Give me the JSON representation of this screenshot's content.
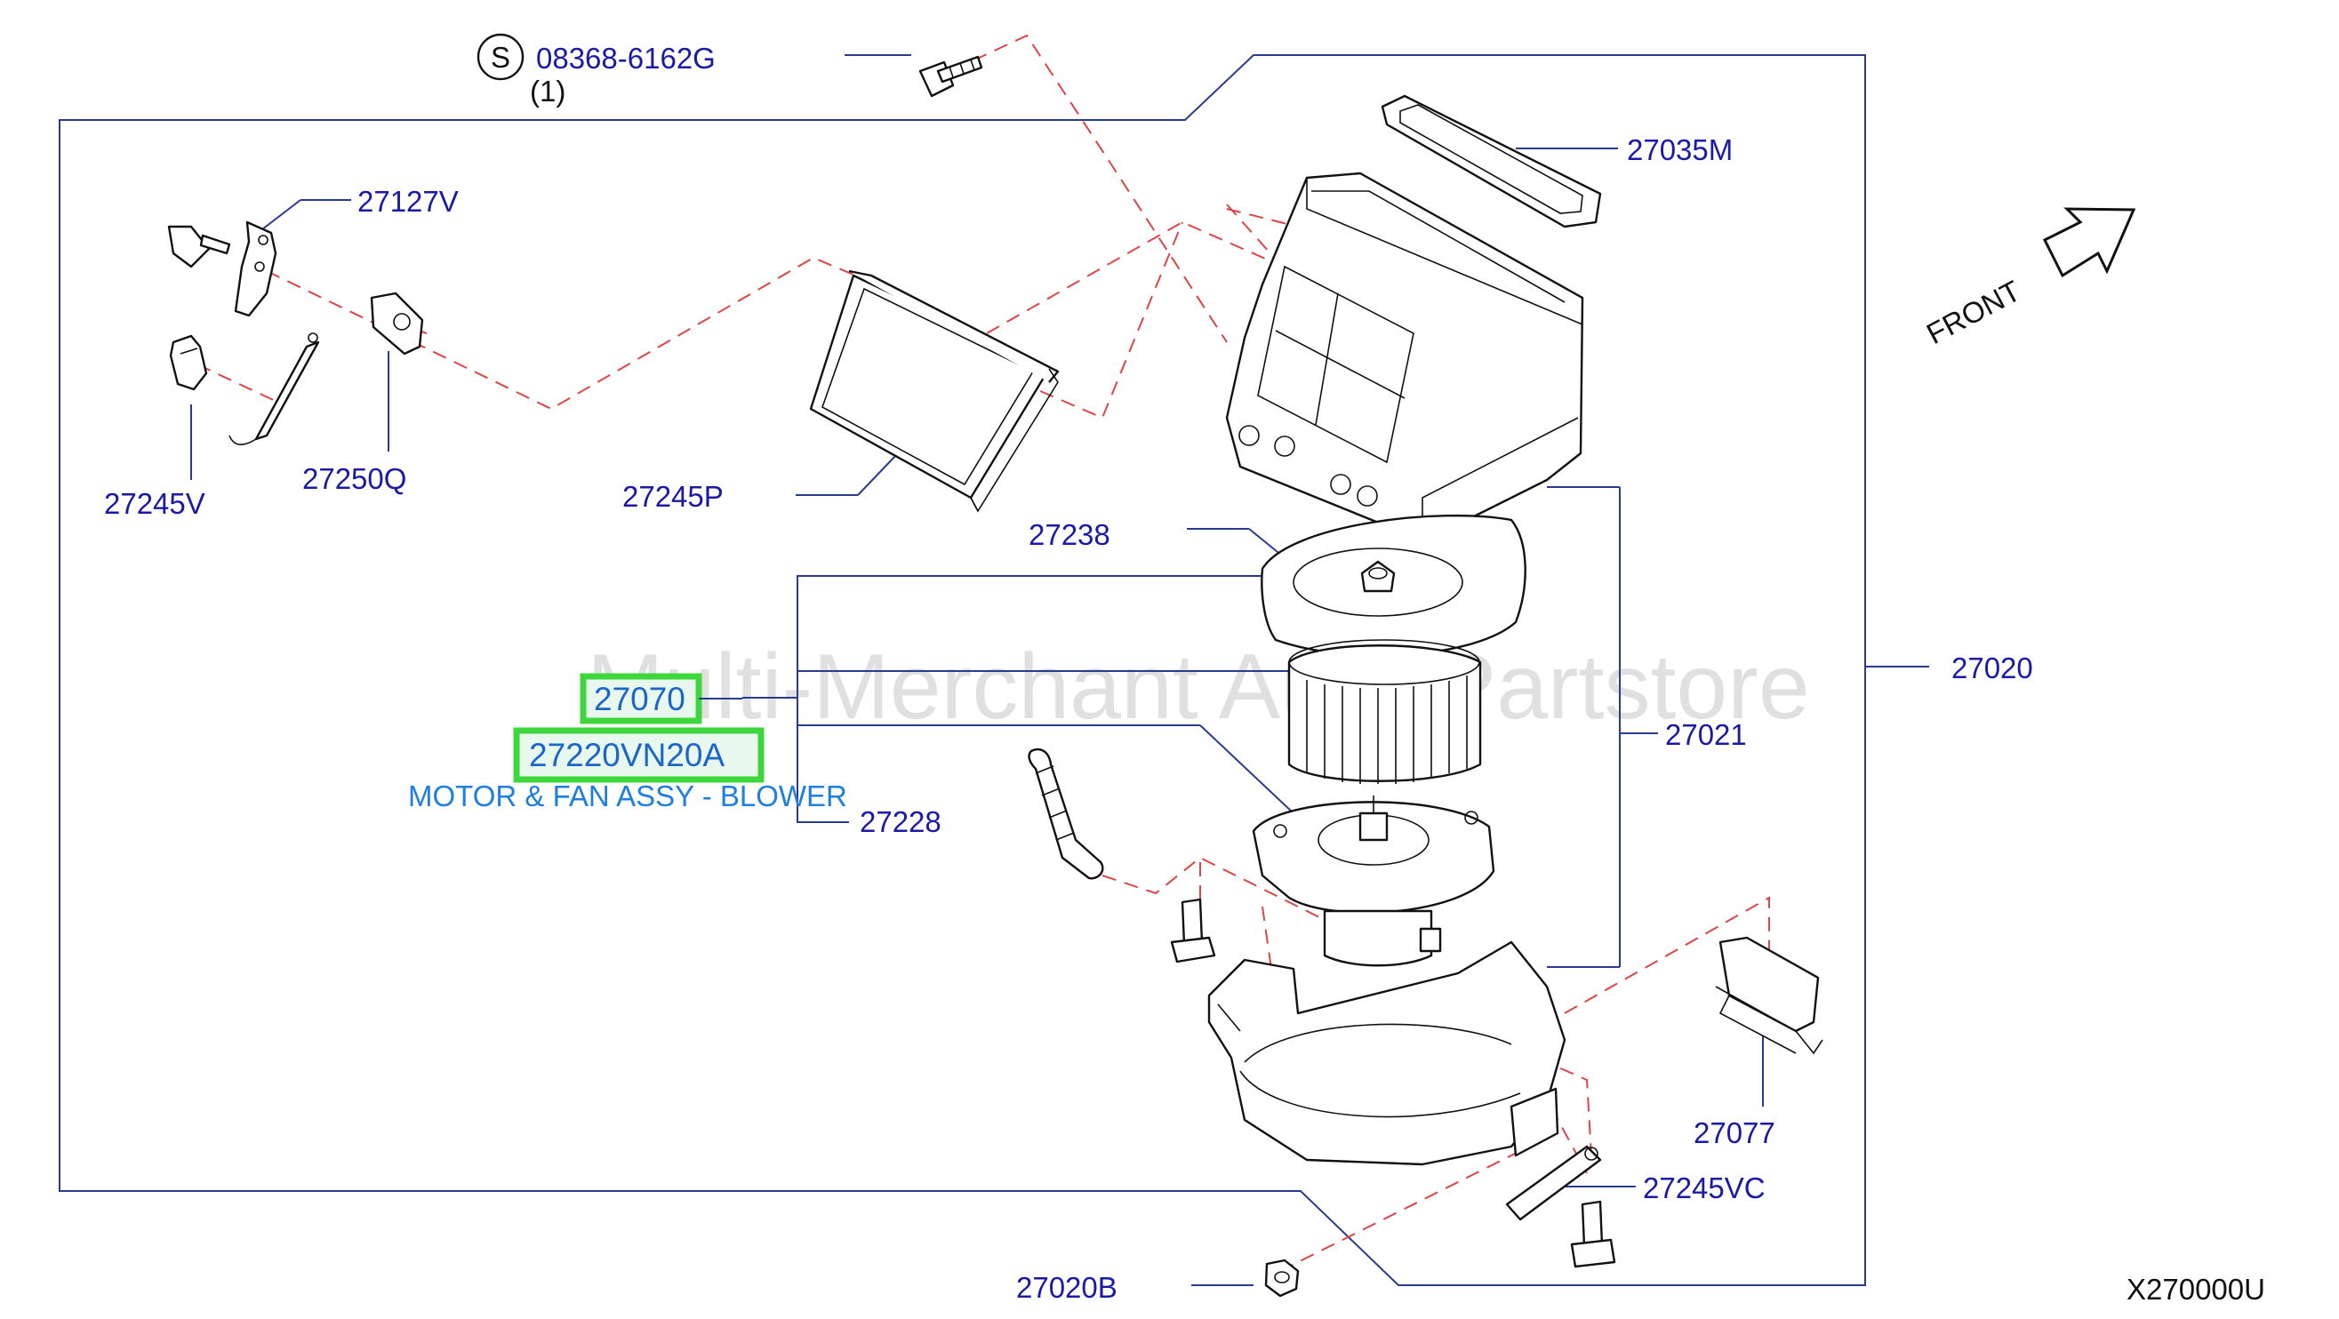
{
  "diagram": {
    "watermark": "Multi-Merchant Auto Partstore",
    "ref_code": "X270000U",
    "front_label": "FRONT",
    "screw_symbol": "S",
    "screw_part": "08368-6162G",
    "screw_qty": "(1)",
    "parts": {
      "p27035M": "27035M",
      "p27127V": "27127V",
      "p27245V": "27245V",
      "p27250Q": "27250Q",
      "p27245P": "27245P",
      "p27238": "27238",
      "p27020": "27020",
      "p27021": "27021",
      "p27228": "27228",
      "p27077": "27077",
      "p27245VC": "27245VC",
      "p27020B": "27020B"
    },
    "selected": {
      "part_a": "27070",
      "part_b": "27220VN20A",
      "description": "MOTOR & FAN ASSY - BLOWER"
    },
    "colors": {
      "label": "#1a1aa6",
      "selected_label": "#1a67c8",
      "description": "#1f7fe0",
      "highlight_box": "#3dd63d",
      "leader": "#2a3a8c",
      "dashed": "#dd4444"
    }
  }
}
